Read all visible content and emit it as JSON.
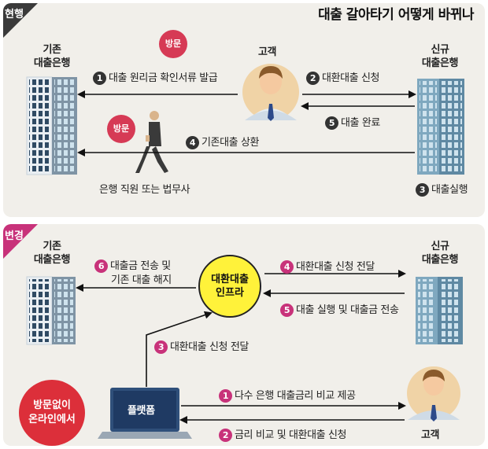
{
  "header": {
    "title": "대출 갈아타기 어떻게 바뀌나",
    "current_tag": "현행",
    "changed_tag": "변경"
  },
  "current": {
    "old_bank": [
      "기존",
      "대출은행"
    ],
    "new_bank": [
      "신규",
      "대출은행"
    ],
    "customer": "고객",
    "visit": "방문",
    "staff": "은행 직원 또는 법무사",
    "steps": [
      {
        "num": "1",
        "label": "대출 원리금 확인서류 발급"
      },
      {
        "num": "2",
        "label": "대환대출 신청"
      },
      {
        "num": "3",
        "label": "대출실행"
      },
      {
        "num": "4",
        "label": "기존대출 상환"
      },
      {
        "num": "5",
        "label": "대출 완료"
      }
    ]
  },
  "changed": {
    "old_bank": [
      "기존",
      "대출은행"
    ],
    "new_bank": [
      "신규",
      "대출은행"
    ],
    "infra": [
      "대환대출",
      "인프라"
    ],
    "platform": "플랫폼",
    "customer": "고객",
    "offline_badge": [
      "방문없이",
      "온라인에서"
    ],
    "steps": [
      {
        "num": "1",
        "label": "다수 은행 대출금리 비교 제공"
      },
      {
        "num": "2",
        "label": "금리 비교 및 대환대출 신청"
      },
      {
        "num": "3",
        "label": "대환대출 신청 전달"
      },
      {
        "num": "4",
        "label": "대환대출 신청 전달"
      },
      {
        "num": "5",
        "label": "대출 실행 및 대출금 전송"
      },
      {
        "num": "6",
        "label_lines": [
          "대출금 전송 및",
          "기존 대출 해지"
        ]
      }
    ]
  },
  "colors": {
    "current_tag": "#3a3a3a",
    "changed_tag": "#c8327a",
    "visit_badge": "#d63a55",
    "offline_badge": "#dc2f3a",
    "infra": "#fff23a",
    "panel": "#f1efea"
  }
}
